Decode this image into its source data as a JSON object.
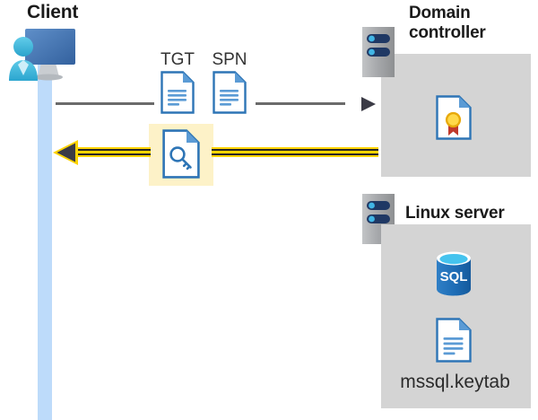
{
  "diagram": {
    "title_client": "Client",
    "title_domain_controller": "Domain\ncontroller",
    "title_domain_controller_line1": "Domain",
    "title_domain_controller_line2": "controller",
    "title_linux_server": "Linux server",
    "keytab_filename": "mssql.keytab",
    "ticket_labels": {
      "tgt": "TGT",
      "spn": "SPN"
    },
    "sql_icon_text": "SQL",
    "icons": {
      "client": "user-workstation-icon",
      "domain_controller": "server-rack-icon",
      "linux_server": "server-rack-icon",
      "tgt_document": "document-icon",
      "spn_document": "document-icon",
      "service_ticket": "document-key-icon",
      "certificate": "certificate-document-icon",
      "database": "sql-database-icon",
      "keytab": "document-icon"
    },
    "flows": {
      "request": {
        "label": "",
        "direction": "client-to-domain-controller",
        "style": "gray-line-with-arrowhead"
      },
      "response": {
        "label": "",
        "direction": "domain-controller-to-client",
        "style": "gold-line-with-arrowhead"
      }
    },
    "colors": {
      "panel_gray": "#d4d4d4",
      "lifeline_blue": "#bddbfa",
      "highlight_yellow": "#fdf2c8",
      "arrow_gold": "#ffd400",
      "arrow_dark": "#262626",
      "request_line_gray": "#6b6b6b",
      "doc_blue": "#2e75b6",
      "doc_blue_light": "#5b9bd5",
      "sql_blue": "#1d6cb5",
      "cert_gold": "#f5c518",
      "cert_red": "#c0392b",
      "rack_gray": "#9a9a9a",
      "rack_navy": "#1f3864",
      "title_black": "#1b1b1b",
      "monitor_blue": "#4a7ebb",
      "person_cyan": "#41b6e6"
    }
  }
}
